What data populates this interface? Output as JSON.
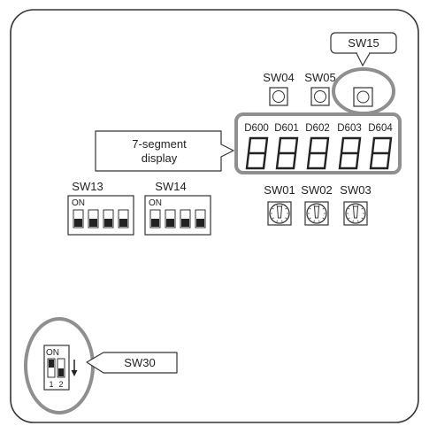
{
  "board": {
    "callouts": {
      "sw15": "SW15",
      "seven_segment_line1": "7-segment",
      "seven_segment_line2": "display",
      "sw30": "SW30"
    },
    "push_buttons": [
      "SW04",
      "SW05"
    ],
    "display_labels": [
      "D600",
      "D601",
      "D602",
      "D603",
      "D604"
    ],
    "dip_switches": [
      {
        "label": "SW13",
        "on_label": "ON"
      },
      {
        "label": "SW14",
        "on_label": "ON"
      }
    ],
    "rotary_switches": [
      "SW01",
      "SW02",
      "SW03"
    ],
    "sw30": {
      "on_label": "ON",
      "positions": [
        "1",
        "2"
      ],
      "arrow_icon": "down-arrow-icon"
    },
    "colors": {
      "highlight": "#8f8f8f",
      "outline": "#333333",
      "switch_fill": "#222222"
    }
  }
}
